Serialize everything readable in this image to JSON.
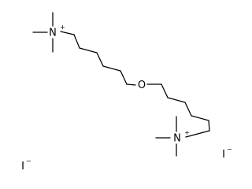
{
  "molecule": {
    "atoms": {
      "n_top": {
        "symbol": "N",
        "charge": "+"
      },
      "oxygen": {
        "symbol": "O"
      },
      "n_bottom": {
        "symbol": "N",
        "charge": "+"
      }
    },
    "counterions": [
      {
        "symbol": "I",
        "charge": "−"
      },
      {
        "symbol": "I",
        "charge": "−"
      }
    ]
  },
  "colors": {
    "bond": "#000000",
    "text": "#000000",
    "background": "#ffffff"
  }
}
